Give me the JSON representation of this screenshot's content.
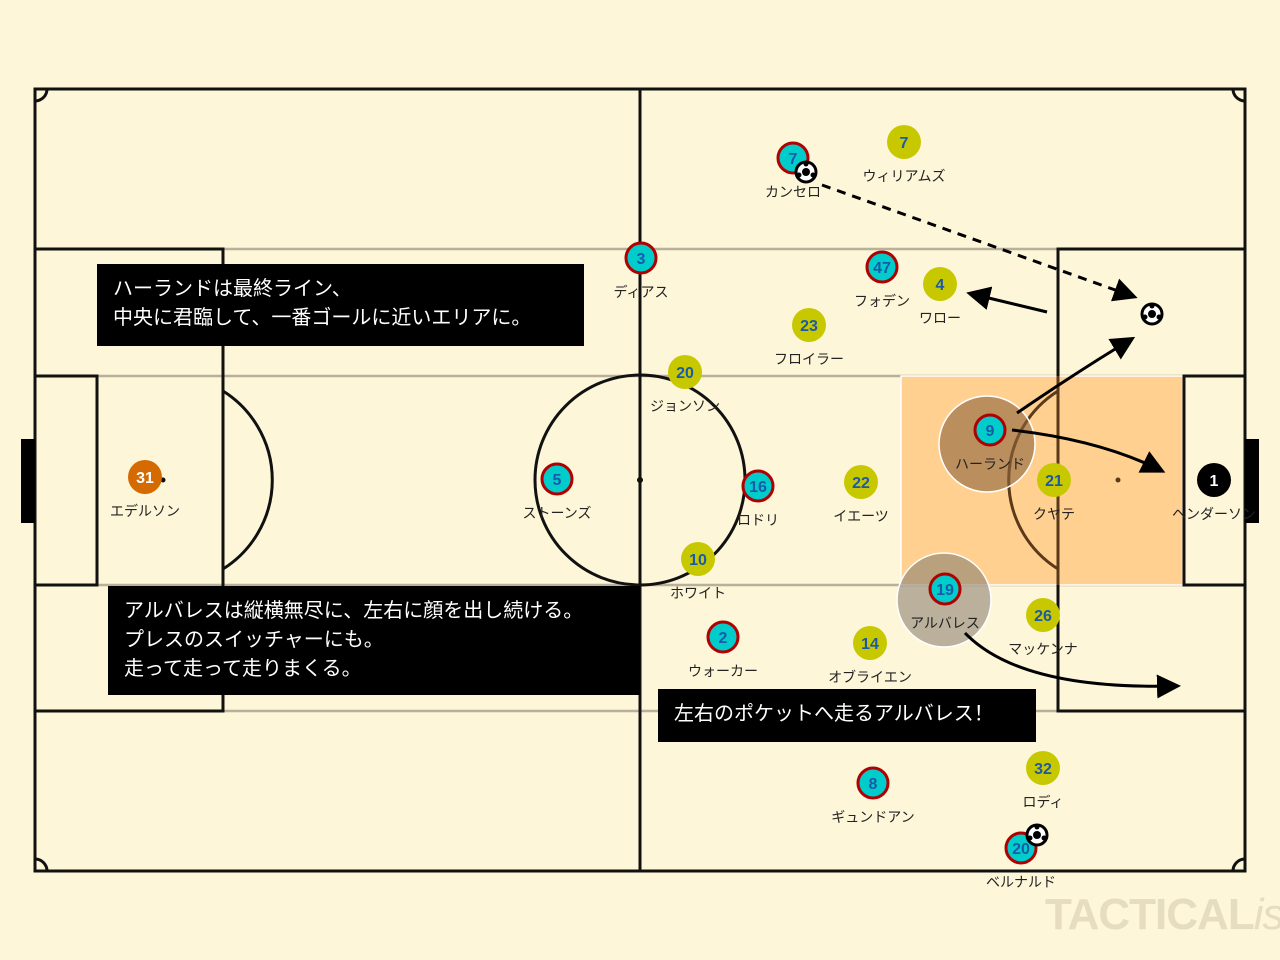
{
  "colors": {
    "background": "#fef6d8",
    "home": "#00cccc",
    "home_border": "#b00000",
    "away": "#c8c800",
    "number": "#1a5aa8",
    "home_gk": "#d46a00",
    "away_gk": "#000000",
    "zone": "#ffd090"
  },
  "notes": [
    {
      "lines": [
        "ハーランドは最終ライン、",
        "中央に君臨して、一番ゴールに近いエリアに。"
      ]
    },
    {
      "lines": [
        "アルバレスは縦横無尽に、左右に顔を出し続ける。",
        "プレスのスイッチャーにも。",
        "走って走って走りまくる。"
      ]
    },
    {
      "lines": [
        "左右のポケットへ走るアルバレス！"
      ]
    }
  ],
  "players": [
    {
      "team": "home",
      "number": "7",
      "name": "カンセロ",
      "ball": true
    },
    {
      "team": "home",
      "number": "3",
      "name": "ディアス"
    },
    {
      "team": "home",
      "number": "47",
      "name": "フォデン"
    },
    {
      "team": "home",
      "number": "5",
      "name": "ストーンズ"
    },
    {
      "team": "home",
      "number": "16",
      "name": "ロドリ"
    },
    {
      "team": "home",
      "number": "9",
      "name": "ハーランド",
      "highlight": "brown"
    },
    {
      "team": "home",
      "number": "19",
      "name": "アルバレス",
      "highlight": "grey"
    },
    {
      "team": "home",
      "number": "2",
      "name": "ウォーカー"
    },
    {
      "team": "home",
      "number": "8",
      "name": "ギュンドアン"
    },
    {
      "team": "home",
      "number": "20",
      "name": "ベルナルド",
      "ball": true
    },
    {
      "team": "home_gk",
      "number": "31",
      "name": "エデルソン"
    },
    {
      "team": "away",
      "number": "7",
      "name": "ウィリアムズ"
    },
    {
      "team": "away",
      "number": "4",
      "name": "ワロー"
    },
    {
      "team": "away",
      "number": "23",
      "name": "フロイラー"
    },
    {
      "team": "away",
      "number": "20",
      "name": "ジョンソン"
    },
    {
      "team": "away",
      "number": "22",
      "name": "イエーツ"
    },
    {
      "team": "away",
      "number": "10",
      "name": "ホワイト"
    },
    {
      "team": "away",
      "number": "21",
      "name": "クヤテ"
    },
    {
      "team": "away",
      "number": "26",
      "name": "マッケンナ"
    },
    {
      "team": "away",
      "number": "14",
      "name": "オブライエン"
    },
    {
      "team": "away",
      "number": "32",
      "name": "ロディ"
    },
    {
      "team": "away_gk",
      "number": "1",
      "name": "ヘンダーソン"
    }
  ],
  "watermark": {
    "main": "TACTICAL",
    "suffix": "ista"
  }
}
